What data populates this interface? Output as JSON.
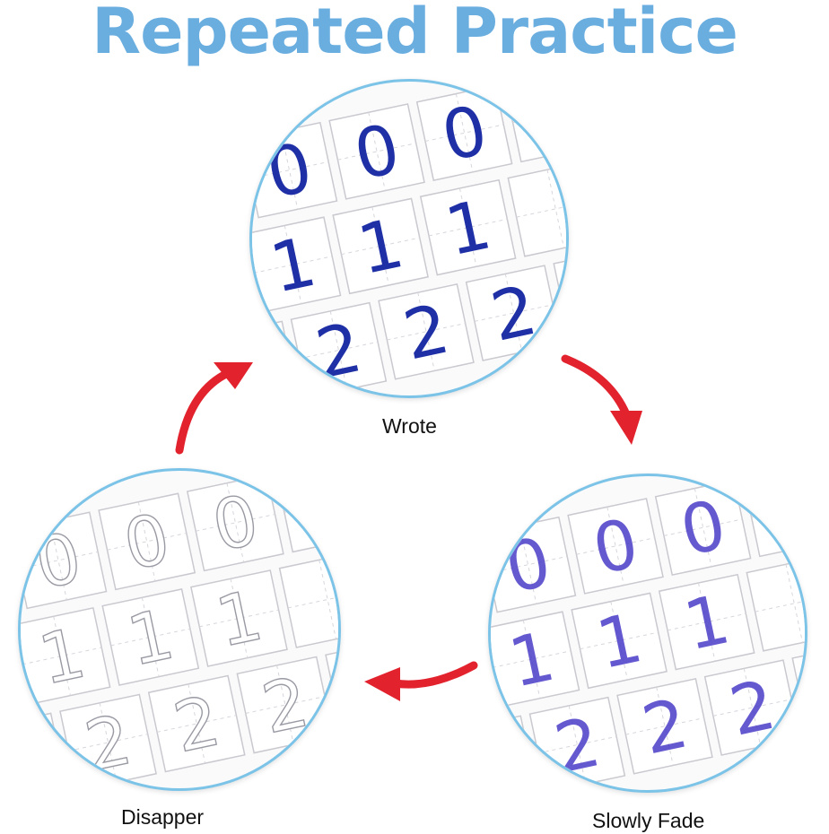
{
  "title": "Repeated Practice",
  "stages": {
    "wrote": {
      "label": "Wrote",
      "ink": "#1f2fa6",
      "opacity": 1.0
    },
    "fade": {
      "label": "Slowly Fade",
      "ink": "#4a3cc8",
      "opacity": 0.85
    },
    "disappear": {
      "label": "Disapper",
      "ink": "#c8c8d0",
      "opacity": 1.0
    }
  },
  "grid_digits": [
    [
      "0",
      "0",
      "0"
    ],
    [
      "1",
      "1",
      "1"
    ],
    [
      "2",
      "2",
      "2"
    ]
  ],
  "colors": {
    "title": "#6aaee0",
    "ring": "#7cc3e8",
    "arrow": "#e2232e",
    "grid": "#c9c9cf"
  },
  "icons": {
    "cycle_arrow": "curved-arrow-icon"
  }
}
